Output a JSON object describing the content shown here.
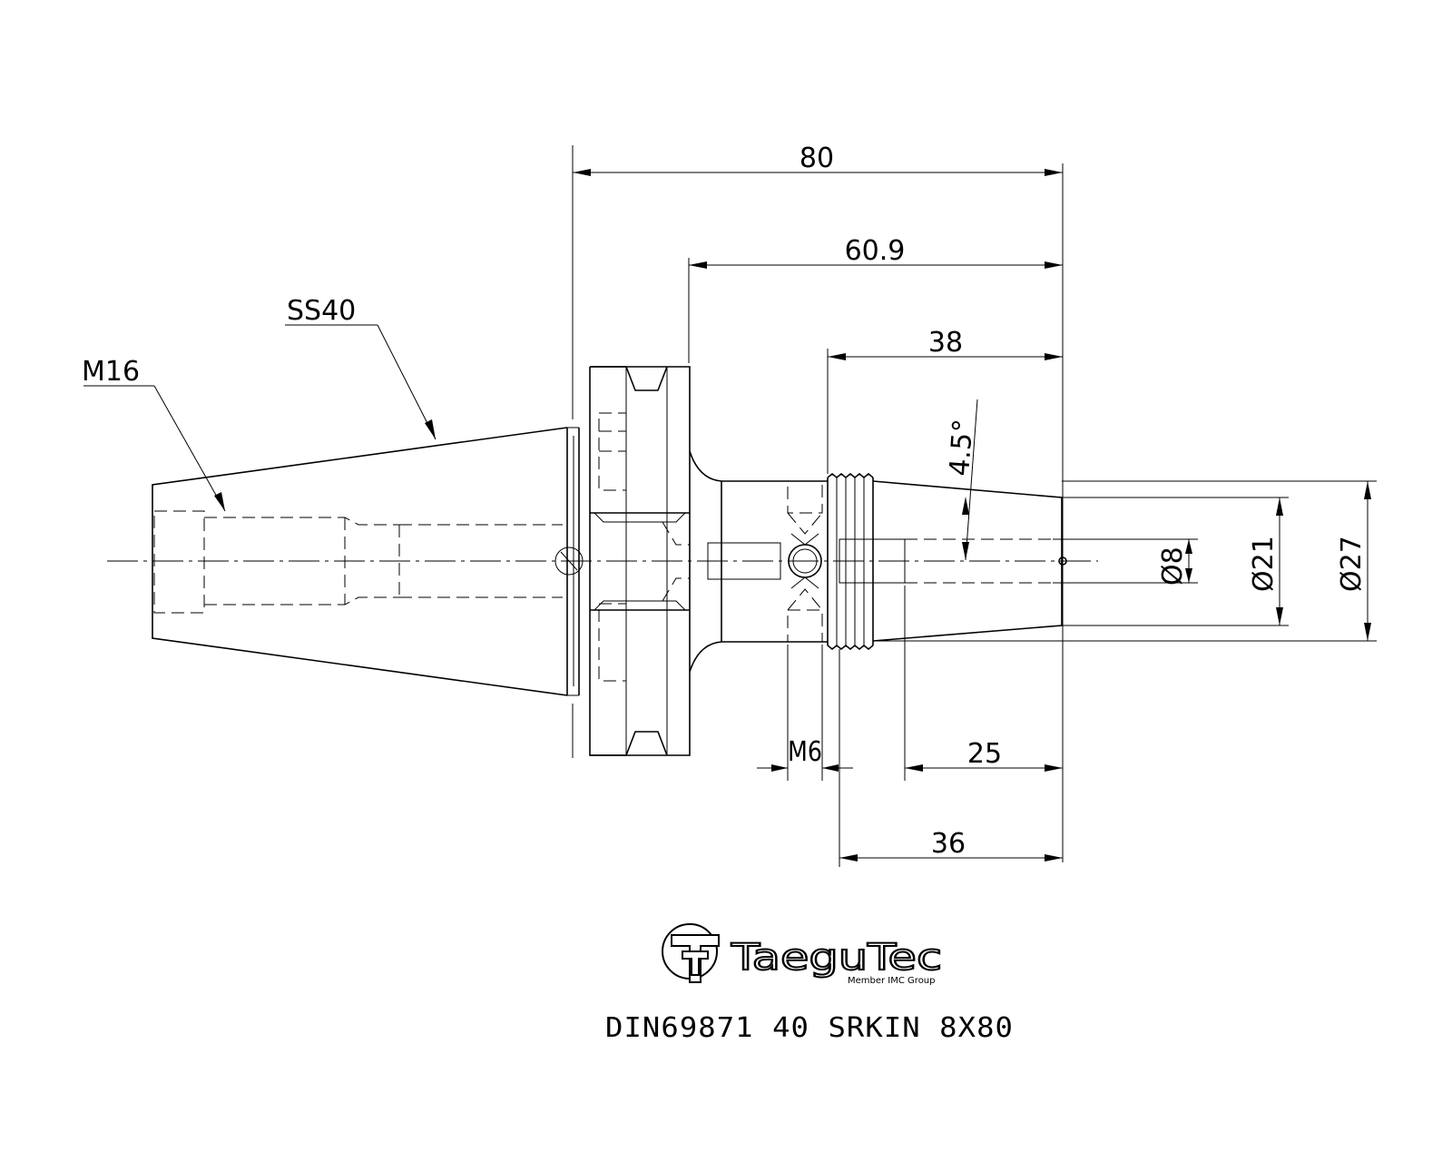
{
  "dimensions": {
    "overall_length": "80",
    "flange_to_tip": "60.9",
    "body_length": "38",
    "taper_angle": "4.5°",
    "bore_diameter": "Ø8",
    "nose_diameter": "Ø21",
    "body_diameter": "Ø27",
    "set_screw": "M6",
    "bore_depth": "25",
    "thread_length": "36"
  },
  "callouts": {
    "taper": "SS40",
    "retention_thread": "M16"
  },
  "logo": {
    "brand": "TaeguTec",
    "tagline": "Member IMC Group"
  },
  "title": "DIN69871 40 SRKIN 8X80"
}
